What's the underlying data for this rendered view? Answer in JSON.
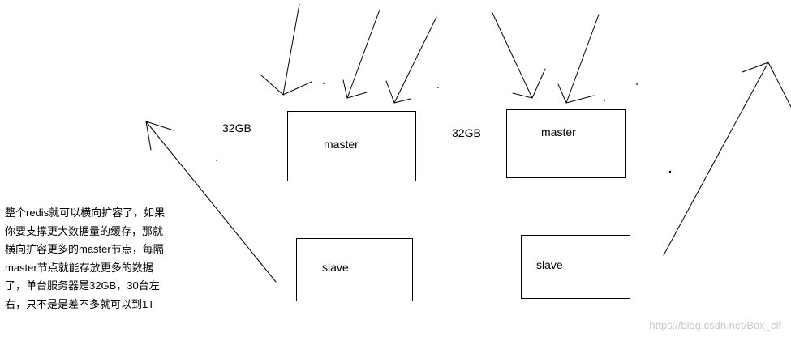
{
  "diagram": {
    "left_group": {
      "capacity_label": "32GB",
      "master_label": "master",
      "slave_label": "slave"
    },
    "right_group": {
      "capacity_label": "32GB",
      "master_label": "master",
      "slave_label": "slave"
    },
    "note_lines": [
      "整个redis就可以横向扩容了，如果",
      "你要支撑更大数据量的缓存，那就",
      "横向扩容更多的master节点，每隔",
      "master节点就能存放更多的数据",
      "了，单台服务器是32GB，30台左",
      "右，只不是是差不多就可以到1T"
    ],
    "watermark": "https://blog.csdn.net/Box_clf"
  }
}
